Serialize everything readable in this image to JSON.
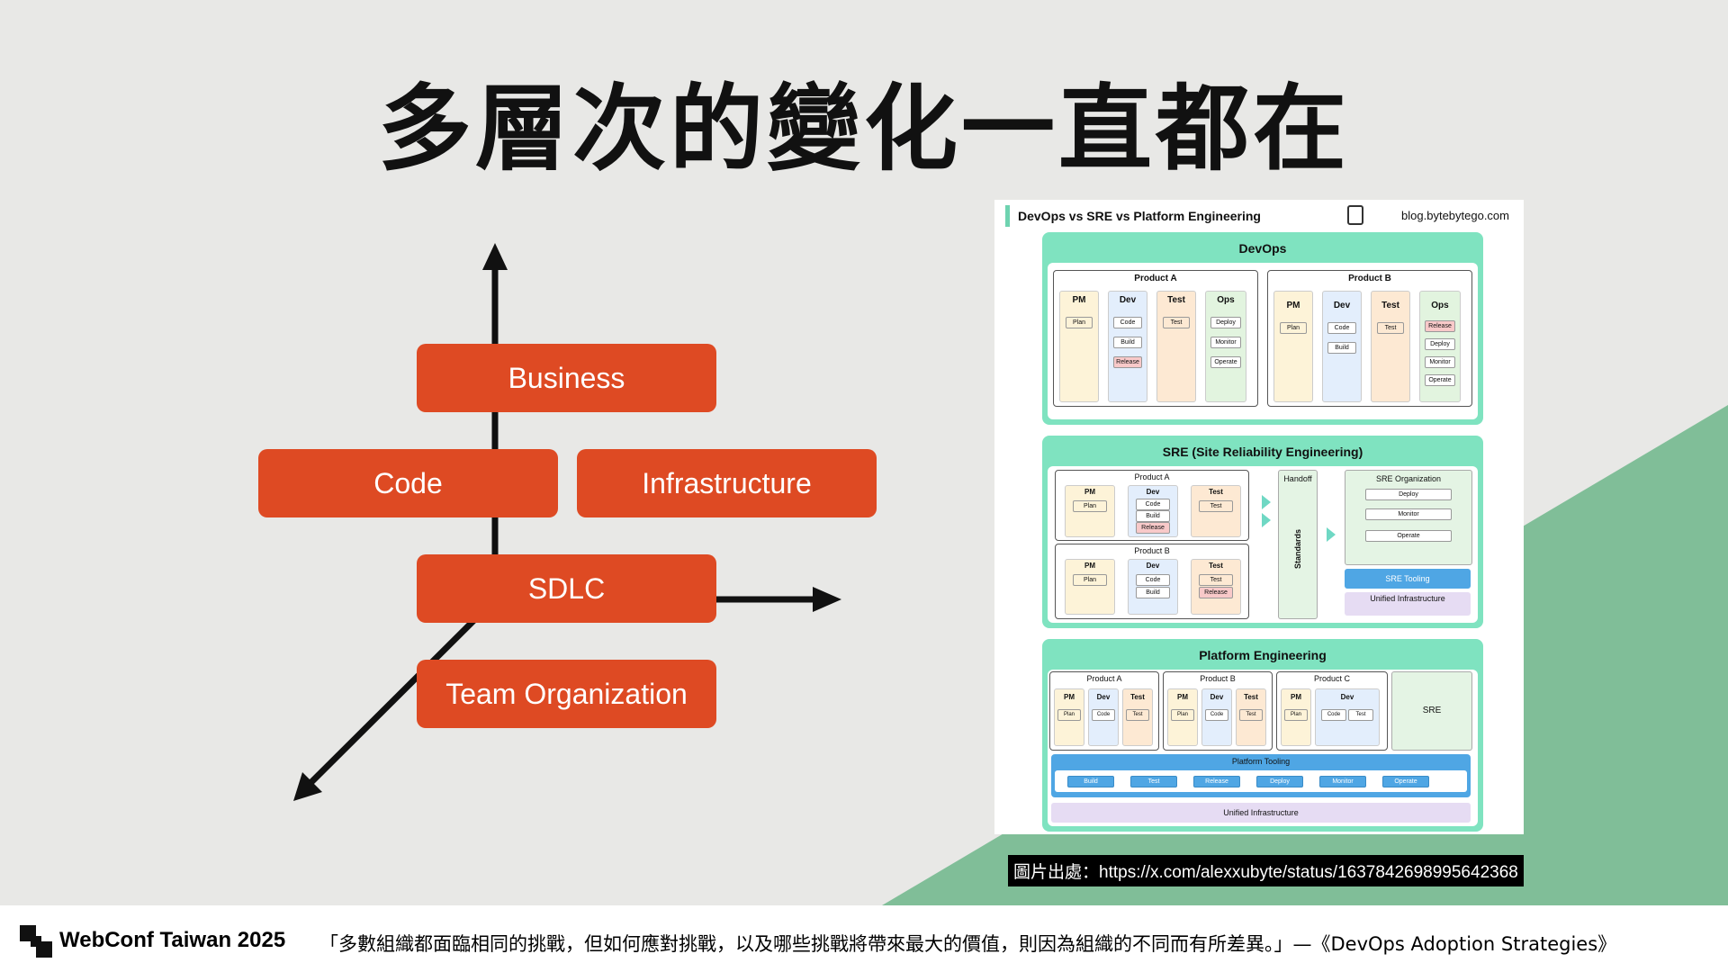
{
  "slide": {
    "title": "多層次的變化一直都在",
    "boxes": {
      "business": "Business",
      "code": "Code",
      "infrastructure": "Infrastructure",
      "sdlc": "SDLC",
      "team": "Team Organization"
    },
    "colors": {
      "box": "#de4a23",
      "accent_green": "#7fe3c0"
    }
  },
  "diagram": {
    "header_title": "DevOps vs SRE vs Platform Engineering",
    "source": "blog.bytebytego.com",
    "devops": {
      "title": "DevOps",
      "product_a": "Product A",
      "product_b": "Product B",
      "pm": "PM",
      "dev": "Dev",
      "test": "Test",
      "ops": "Ops",
      "plan": "Plan",
      "code": "Code",
      "build": "Build",
      "release": "Release",
      "deploy": "Deploy",
      "monitor": "Monitor",
      "operate": "Operate"
    },
    "sre": {
      "title": "SRE (Site Reliability Engineering)",
      "product_a": "Product A",
      "product_b": "Product B",
      "handoff": "Handoff",
      "standards": "Standards",
      "org": "SRE Organization",
      "tooling": "SRE Tooling",
      "unified": "Unified Infrastructure"
    },
    "platform": {
      "title": "Platform Engineering",
      "product_a": "Product A",
      "product_b": "Product B",
      "product_c": "Product C",
      "sre": "SRE",
      "tooling": "Platform Tooling",
      "tools": [
        "Build",
        "Test",
        "Release",
        "Deploy",
        "Monitor",
        "Operate"
      ],
      "unified": "Unified Infrastructure"
    }
  },
  "caption": "圖片出處：https://x.com/alexxubyte/status/1637842698995642368",
  "footer": {
    "brand": "WebConf Taiwan 2025",
    "quote": "「多數組織都面臨相同的挑戰，但如何應對挑戰，以及哪些挑戰將帶來最大的價值，則因為組織的不同而有所差異。」—《DevOps Adoption Strategies》"
  }
}
